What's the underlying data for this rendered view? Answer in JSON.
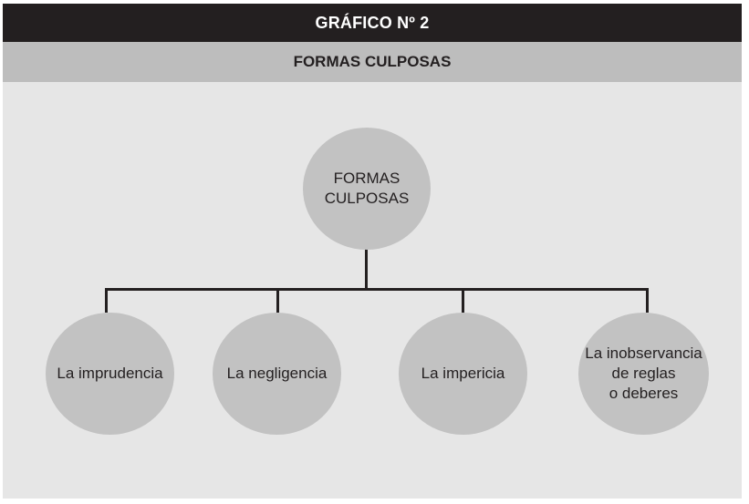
{
  "header": {
    "title": "GRÁFICO Nº 2",
    "subtitle": "FORMAS CULPOSAS"
  },
  "diagram": {
    "root": {
      "label": "FORMAS\nCULPOSAS"
    },
    "children": [
      {
        "label": "La imprudencia"
      },
      {
        "label": "La negligencia"
      },
      {
        "label": "La impericia"
      },
      {
        "label": "La inobservancia\nde reglas\no deberes"
      }
    ]
  },
  "colors": {
    "title_bar": "#231f20",
    "subtitle_bar": "#bdbdbd",
    "background": "#e6e6e6",
    "node_fill": "#c2c2c2",
    "line": "#231f20"
  }
}
